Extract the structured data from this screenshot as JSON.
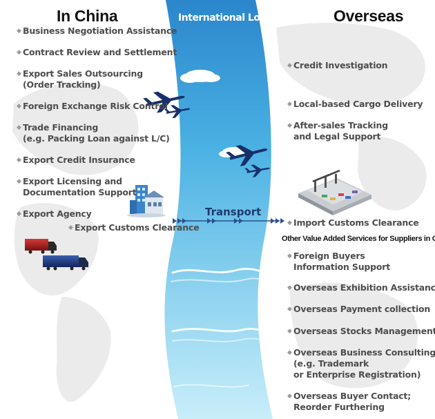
{
  "header": {
    "left_title": "In China",
    "center_title": "International Logistics",
    "right_title": "Overseas"
  },
  "in_china": {
    "items": [
      {
        "lines": [
          "Business Negotiation Assistance"
        ]
      },
      {
        "lines": [
          "Contract Review and Settlement"
        ]
      },
      {
        "lines": [
          "Export Sales Outsourcing",
          "(Order Tracking)"
        ]
      },
      {
        "lines": [
          "Foreign Exchange Risk Control"
        ]
      },
      {
        "lines": [
          "Trade Financing",
          "(e.g. Packing Loan against L/C)"
        ]
      },
      {
        "lines": [
          "Export Credit Insurance"
        ]
      },
      {
        "lines": [
          "Export Licensing and",
          "Documentation Support"
        ]
      },
      {
        "lines": [
          "Export Agency"
        ]
      },
      {
        "lines": [
          "Export Customs Clearance"
        ]
      }
    ]
  },
  "logistics": {
    "transport_label": "Transport"
  },
  "overseas": {
    "items": [
      {
        "lines": [
          "Credit Investigation"
        ]
      },
      {
        "lines": [
          "Local-based Cargo Delivery"
        ]
      },
      {
        "lines": [
          "After-sales Tracking",
          "and Legal Support"
        ]
      },
      {
        "lines": [
          "Import Customs Clearance"
        ]
      }
    ],
    "other_services_heading": "Other Value Added Services for Suppliers in China",
    "other_services": [
      {
        "lines": [
          "Foreign Buyers",
          "Information Support"
        ]
      },
      {
        "lines": [
          "Overseas Exhibition Assistance"
        ]
      },
      {
        "lines": [
          "Overseas Payment collection"
        ]
      },
      {
        "lines": [
          "Overseas Stocks Management"
        ]
      },
      {
        "lines": [
          "Overseas Business Consulting",
          "(e.g. Trademark",
          "or Enterprise Registration)"
        ]
      },
      {
        "lines": [
          "Overseas Buyer Contact;",
          "Reorder Furthering"
        ]
      }
    ]
  },
  "icons": {
    "bullet": "diamond-bullet-icon",
    "planes": "airplane-icon",
    "trucks": "truck-icon",
    "building": "customs-building-icon",
    "port": "port-terminal-icon",
    "clouds": "cloud-icon",
    "arrows": "chevron-arrow-icon"
  },
  "colors": {
    "band_top": "#2f8fd0",
    "band_bottom": "#aee0f4",
    "transport_line": "#2a4f8c",
    "heading": "#111111",
    "item_text": "#4d4d4d",
    "map": "#e9e9ea"
  }
}
